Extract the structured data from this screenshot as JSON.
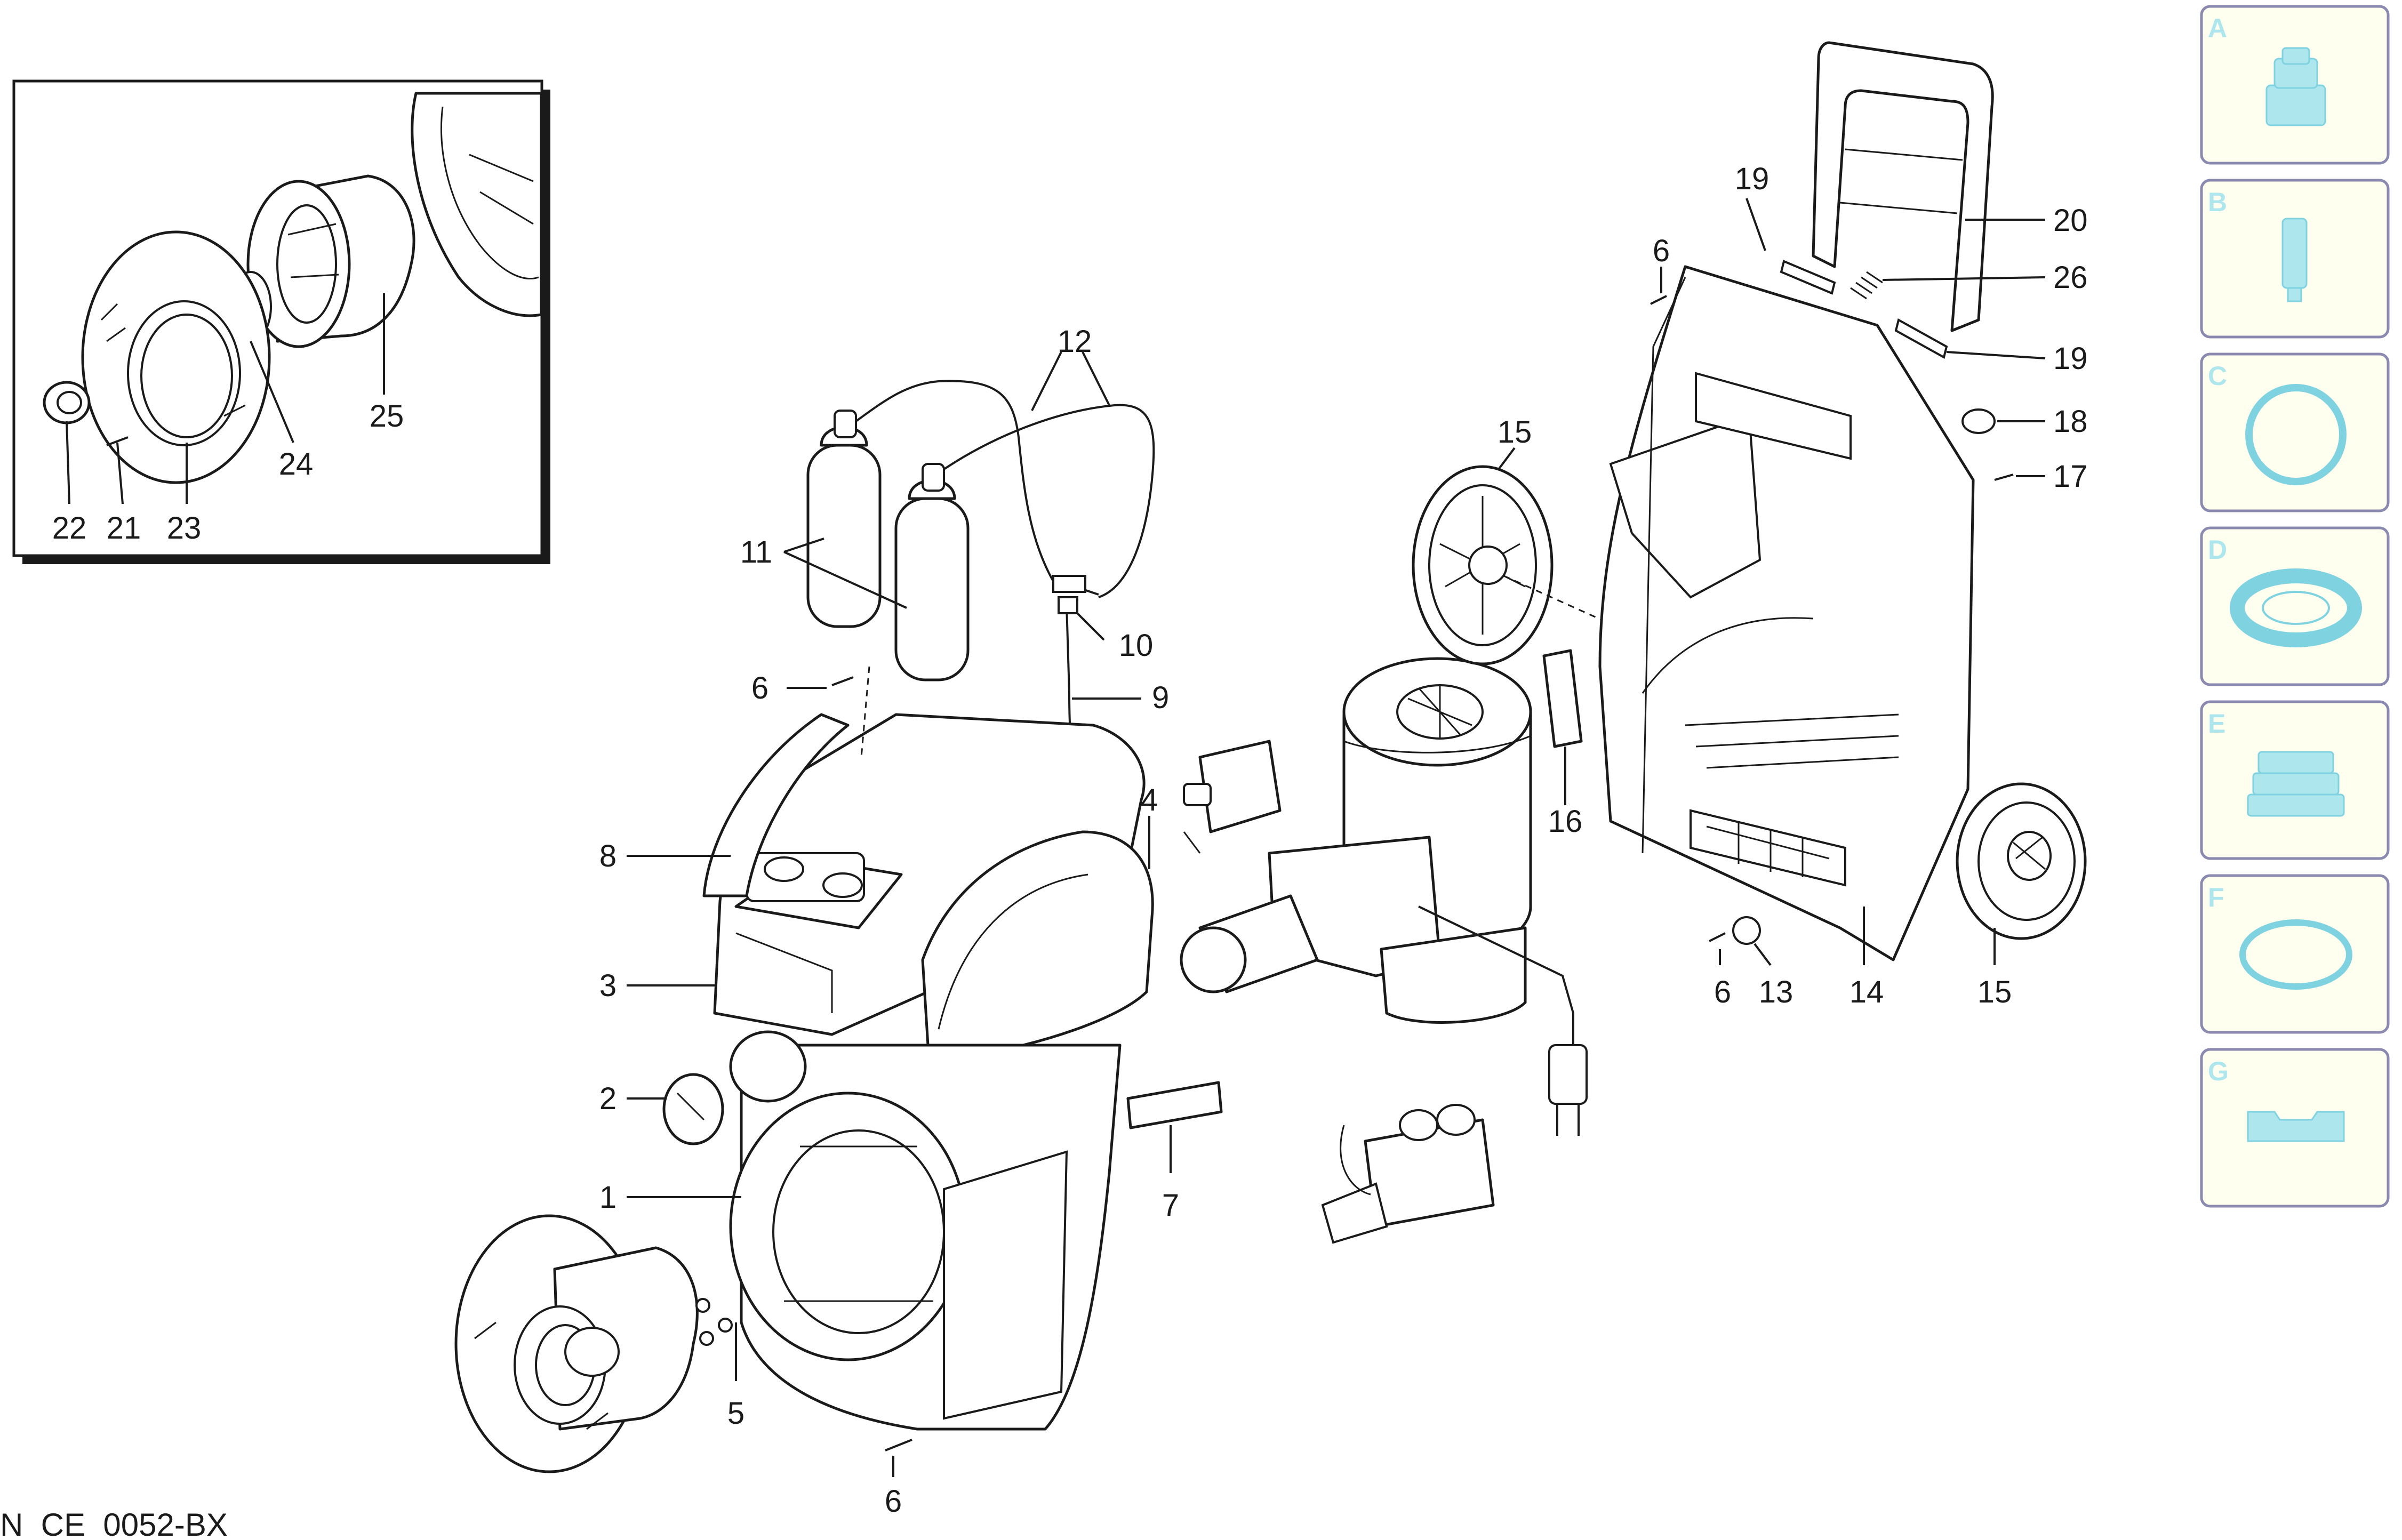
{
  "inset": {
    "callouts": [
      "22",
      "21",
      "23",
      "24",
      "25"
    ]
  },
  "callouts": {
    "c1": "1",
    "c2": "2",
    "c3": "3",
    "c4": "4",
    "c5": "5",
    "c6a": "6",
    "c6b": "6",
    "c6c": "6",
    "c6d": "6",
    "c7": "7",
    "c8": "8",
    "c9": "9",
    "c10": "10",
    "c11": "11",
    "c12": "12",
    "c13": "13",
    "c14": "14",
    "c15a": "15",
    "c15b": "15",
    "c16": "16",
    "c17": "17",
    "c18": "18",
    "c19a": "19",
    "c19b": "19",
    "c20": "20",
    "c26": "26"
  },
  "legend": [
    {
      "letter": "A",
      "icon": "connector-icon"
    },
    {
      "letter": "B",
      "icon": "cylinder-icon"
    },
    {
      "letter": "C",
      "icon": "o-ring-icon"
    },
    {
      "letter": "D",
      "icon": "seal-ring-icon"
    },
    {
      "letter": "E",
      "icon": "bellows-icon"
    },
    {
      "letter": "F",
      "icon": "flat-ring-icon"
    },
    {
      "letter": "G",
      "icon": "clip-icon"
    }
  ],
  "footer": "N  CE  0052-BX",
  "colors": {
    "legend_fill": "#fffff0",
    "legend_border": "#8a8ab0",
    "legend_icon": "#aee6ee"
  }
}
